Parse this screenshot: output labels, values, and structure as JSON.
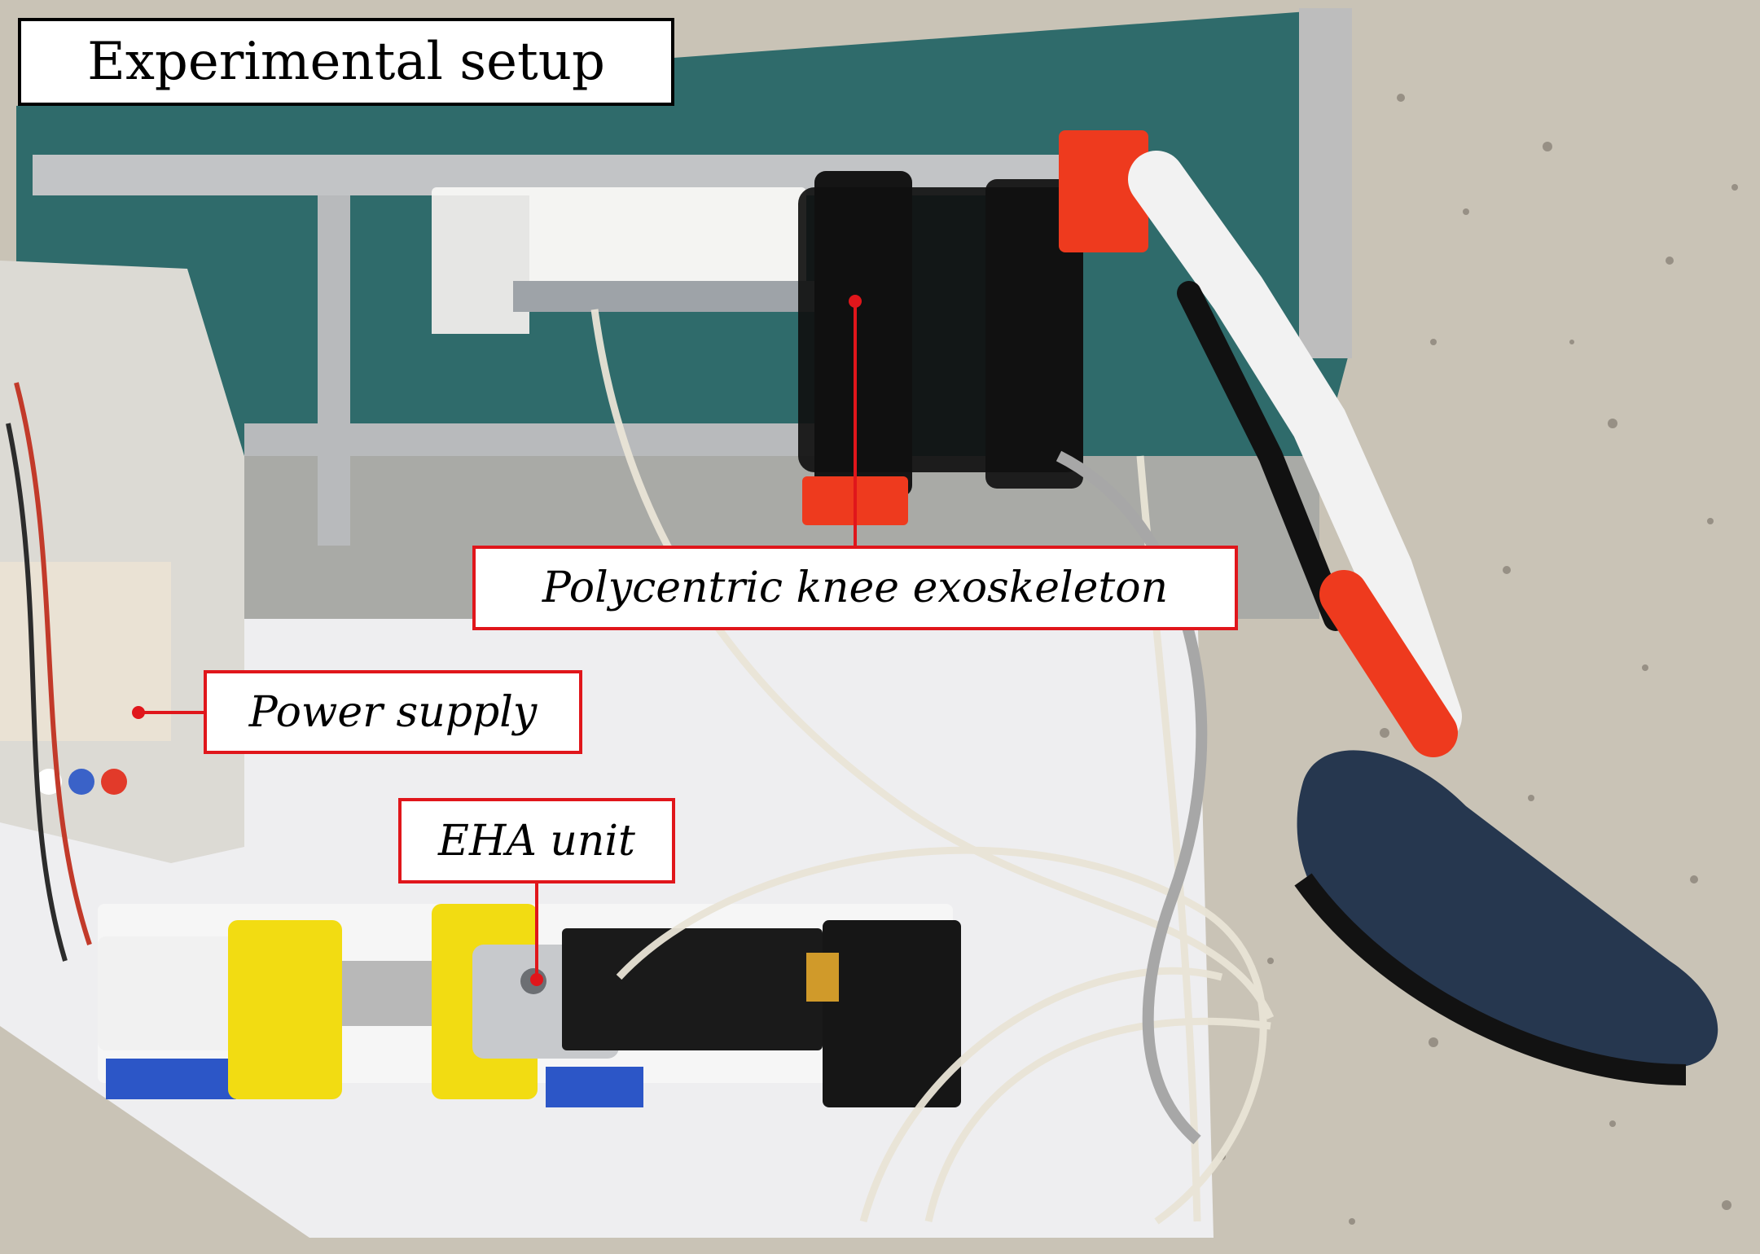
{
  "figure": {
    "title": "Experimental setup",
    "labels": {
      "knee_exoskeleton": "Polycentric knee exoskeleton",
      "power_supply": "Power supply",
      "eha_unit": "EHA unit"
    }
  },
  "colors": {
    "callout_border": "#e0161b",
    "title_border": "#000000",
    "partition_teal": "#2f6b6b",
    "terrazzo_floor": "#c9c3b6",
    "sheet_white": "#eeeef0",
    "part_yellow": "#f2dc12",
    "part_red": "#ee3a1e",
    "strap_black": "#151515",
    "shoe_navy": "#26374f",
    "power_supply_beige": "#dcdad4"
  }
}
